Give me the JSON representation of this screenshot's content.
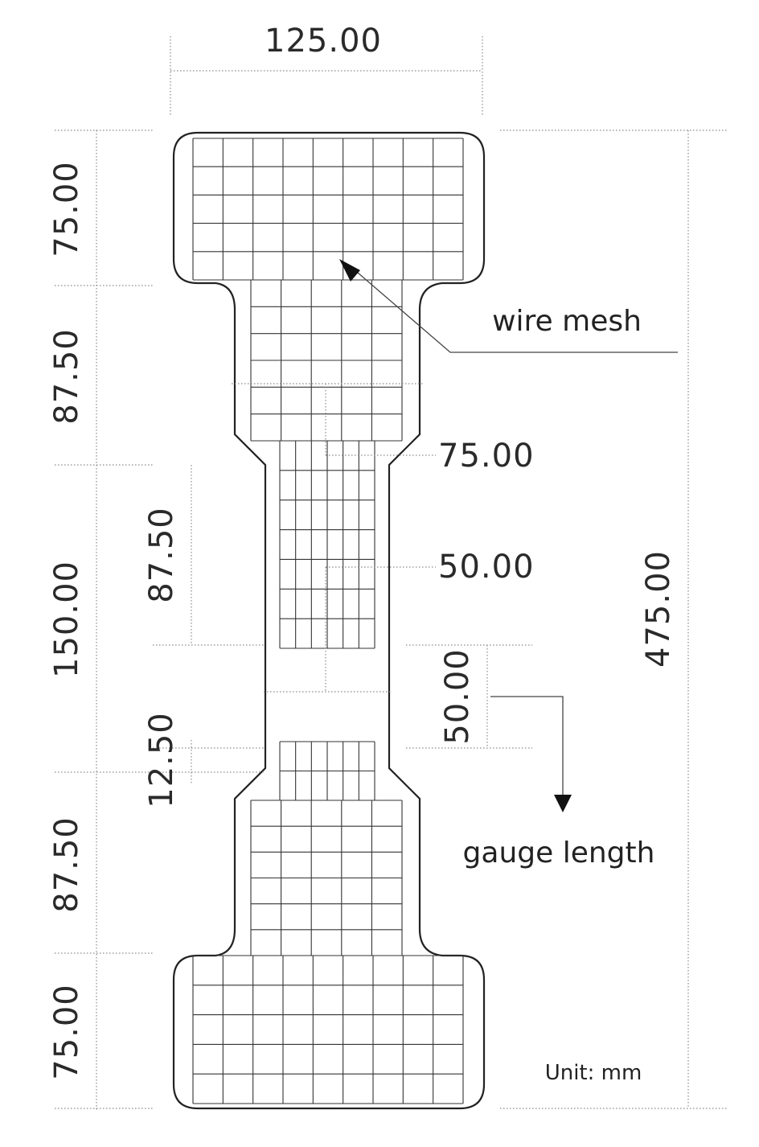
{
  "dimensions": {
    "top_width": "125.00",
    "left_top_grip": "75.00",
    "left_upper_transition": "87.50",
    "left_center": "150.00",
    "left_lower_transition": "87.50",
    "left_bottom_grip": "75.00",
    "inner_upper_mesh": "87.50",
    "inner_gap": "12.50",
    "right_total": "475.00",
    "mesh_width_upper": "75.00",
    "mesh_width_neck": "50.00",
    "gauge_length_value": "50.00"
  },
  "labels": {
    "wire_mesh": "wire mesh",
    "gauge_length": "gauge length",
    "unit": "Unit: mm"
  }
}
